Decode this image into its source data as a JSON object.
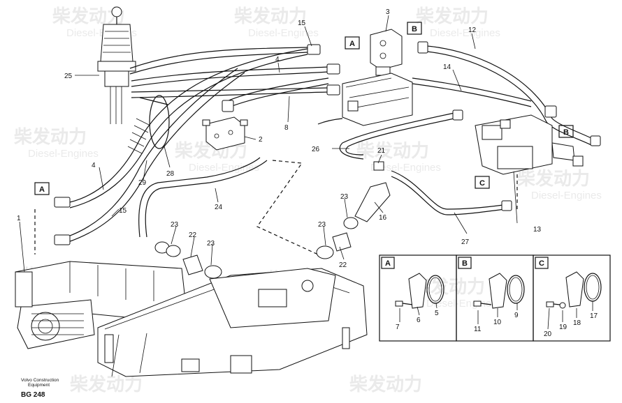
{
  "watermark": {
    "brand": "柴发动力",
    "sub": "Diesel-Engines"
  },
  "footer": {
    "line1": "Volvo Construction",
    "line2": "Equipment",
    "code": "BG 248"
  },
  "connectors": {
    "a1": "A",
    "b1": "B",
    "a2": "A",
    "c1": "C",
    "b2": "B"
  },
  "insets": [
    {
      "title": "A",
      "parts": [
        "7",
        "6",
        "5"
      ]
    },
    {
      "title": "B",
      "parts": [
        "11",
        "10",
        "9"
      ]
    },
    {
      "title": "C",
      "parts": [
        "20",
        "19",
        "18",
        "17"
      ]
    }
  ],
  "callouts": {
    "c1": "1",
    "c2": "2",
    "c3": "3",
    "c4a": "4",
    "c4b": "4",
    "c8": "8",
    "c12": "12",
    "c13": "13",
    "c14": "14",
    "c15a": "15",
    "c15b": "15",
    "c16": "16",
    "c21": "21",
    "c22a": "22",
    "c22b": "22",
    "c23a": "23",
    "c23b": "23",
    "c23c": "23",
    "c23d": "23",
    "c24": "24",
    "c25": "25",
    "c26": "26",
    "c27": "27",
    "c28": "28",
    "c29": "29"
  }
}
